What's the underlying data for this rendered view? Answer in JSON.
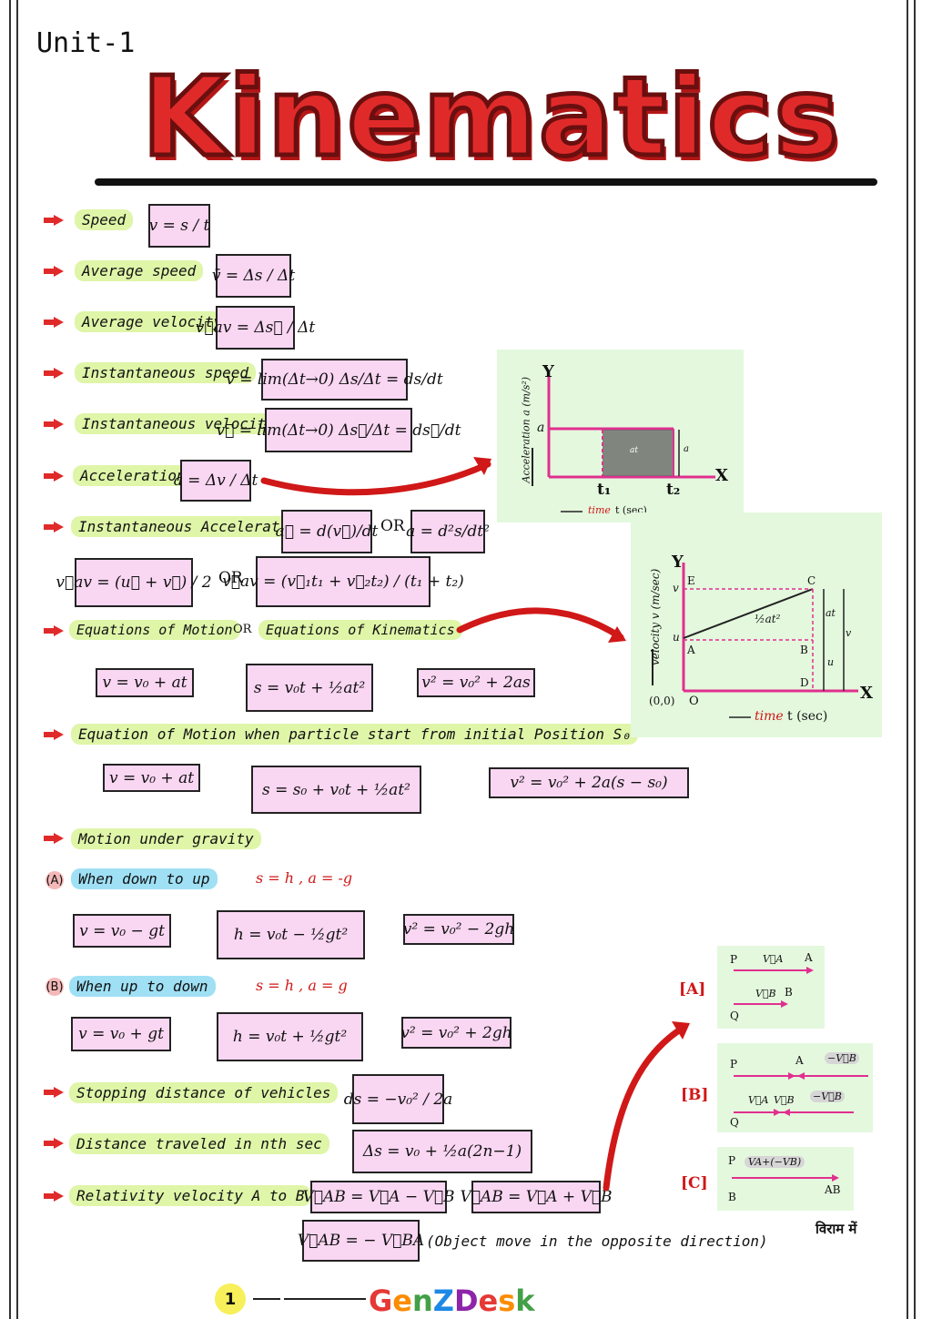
{
  "header": {
    "unit": "Unit-1",
    "title": "Kinematics"
  },
  "rows": [
    {
      "label": "Speed",
      "formula": "v = s / t"
    },
    {
      "label": "Average speed",
      "formula": "v̄ = Δs / Δt"
    },
    {
      "label": "Average velocity",
      "formula": "v⃗av = Δs⃗ / Δt"
    },
    {
      "label": "Instantaneous speed",
      "formula": "v = lim(Δt→0) Δs/Δt = ds/dt"
    },
    {
      "label": "Instantaneous velocity",
      "formula": "v⃗ = lim(Δt→0) Δs⃗/Δt = ds⃗/dt"
    },
    {
      "label": "Acceleration",
      "formula": "a = Δv / Δt"
    },
    {
      "label": "Instantaneous Acceleration",
      "formula": "a⃗ = d(v⃗)/dt",
      "or": "OR",
      "formula2": "a = d²s/dt²"
    }
  ],
  "avg_velocity": {
    "f1": "v⃗av = (u⃗ + v⃗) / 2",
    "or": "OR",
    "f2": "v⃗av = (v⃗₁t₁ + v⃗₂t₂) / (t₁ + t₂)"
  },
  "equations_of_motion": {
    "label1": "Equations of Motion",
    "or": "OR",
    "label2": "Equations of Kinematics",
    "eq1": "v = v₀ + at",
    "eq2": "s = v₀t + ½at²",
    "eq3": "v² = v₀² + 2as"
  },
  "initial_position": {
    "label": "Equation of Motion when particle start from initial Position S₀",
    "eq1": "v = v₀ + at",
    "eq2": "s = s₀ + v₀t + ½at²",
    "eq3": "v² = v₀² + 2a(s − s₀)"
  },
  "gravity": {
    "label": "Motion under gravity",
    "a_tag": "(A)",
    "a_label": "When down to up",
    "a_cond": "s = h , a = -g",
    "a_eq1": "v = v₀ − gt",
    "a_eq2": "h = v₀t − ½gt²",
    "a_eq3": "v² = v₀² − 2gh",
    "b_tag": "(B)",
    "b_label": "When up to down",
    "b_cond": "s = h , a = g",
    "b_eq1": "v = v₀ + gt",
    "b_eq2": "h = v₀t + ½gt²",
    "b_eq3": "v² = v₀² + 2gh"
  },
  "stopping": {
    "label": "Stopping distance of vehicles",
    "formula": "ds = −v₀² / 2a"
  },
  "nth_sec": {
    "label": "Distance traveled in nth sec",
    "formula": "Δs = v₀ + ½a(2n−1)"
  },
  "relative": {
    "label": "Relativity velocity A to B",
    "f1": "V⃗AB = V⃗A − V⃗B",
    "f2": "V⃗AB = V⃗A + V⃗B",
    "f3": "V⃗AB = − V⃗BA",
    "note": "(Object move in the opposite direction)"
  },
  "graph1": {
    "y": "Y",
    "x": "X",
    "ylabel": "Acceleration a (m/s²)",
    "a": "a",
    "t1": "t₁",
    "t2": "t₂",
    "xlabel_red": "time",
    "xlabel": "t (sec)",
    "at": "at",
    "side": "a"
  },
  "graph2": {
    "y": "Y",
    "x": "X",
    "ylabel": "velocity v (m/sec)",
    "v": "v",
    "u": "u",
    "E": "E",
    "C": "C",
    "A": "A",
    "B": "B",
    "D": "D",
    "O": "O",
    "origin": "(0,0)",
    "half": "½at²",
    "at": "at",
    "u2": "u",
    "v2": "v",
    "xlabel_red": "time",
    "xlabel": "t (sec)"
  },
  "rel_diagrams": {
    "A": {
      "tag": "[A]",
      "P": "P",
      "Q": "Q",
      "va": "V⃗A",
      "vb": "V⃗B",
      "A": "A",
      "B": "B"
    },
    "B": {
      "tag": "[B]",
      "P": "P",
      "Q": "Q",
      "A": "A",
      "va": "V⃗A",
      "vb": "V⃗B",
      "nvb1": "−V⃗B",
      "nvb2": "−V⃗B"
    },
    "C": {
      "tag": "[C]",
      "P": "P",
      "B": "B",
      "vab": "VA+(−VB)",
      "AB": "AB"
    }
  },
  "footer": {
    "page": "1",
    "brand_parts": [
      "G",
      "e",
      "n",
      "Z",
      "D",
      "e",
      "s",
      "k"
    ],
    "brand_colors": [
      "#e53935",
      "#fb8c00",
      "#43a047",
      "#1e88e5",
      "#8e24aa",
      "#e53935",
      "#fb8c00",
      "#43a047"
    ],
    "hindi": "विराम में"
  }
}
